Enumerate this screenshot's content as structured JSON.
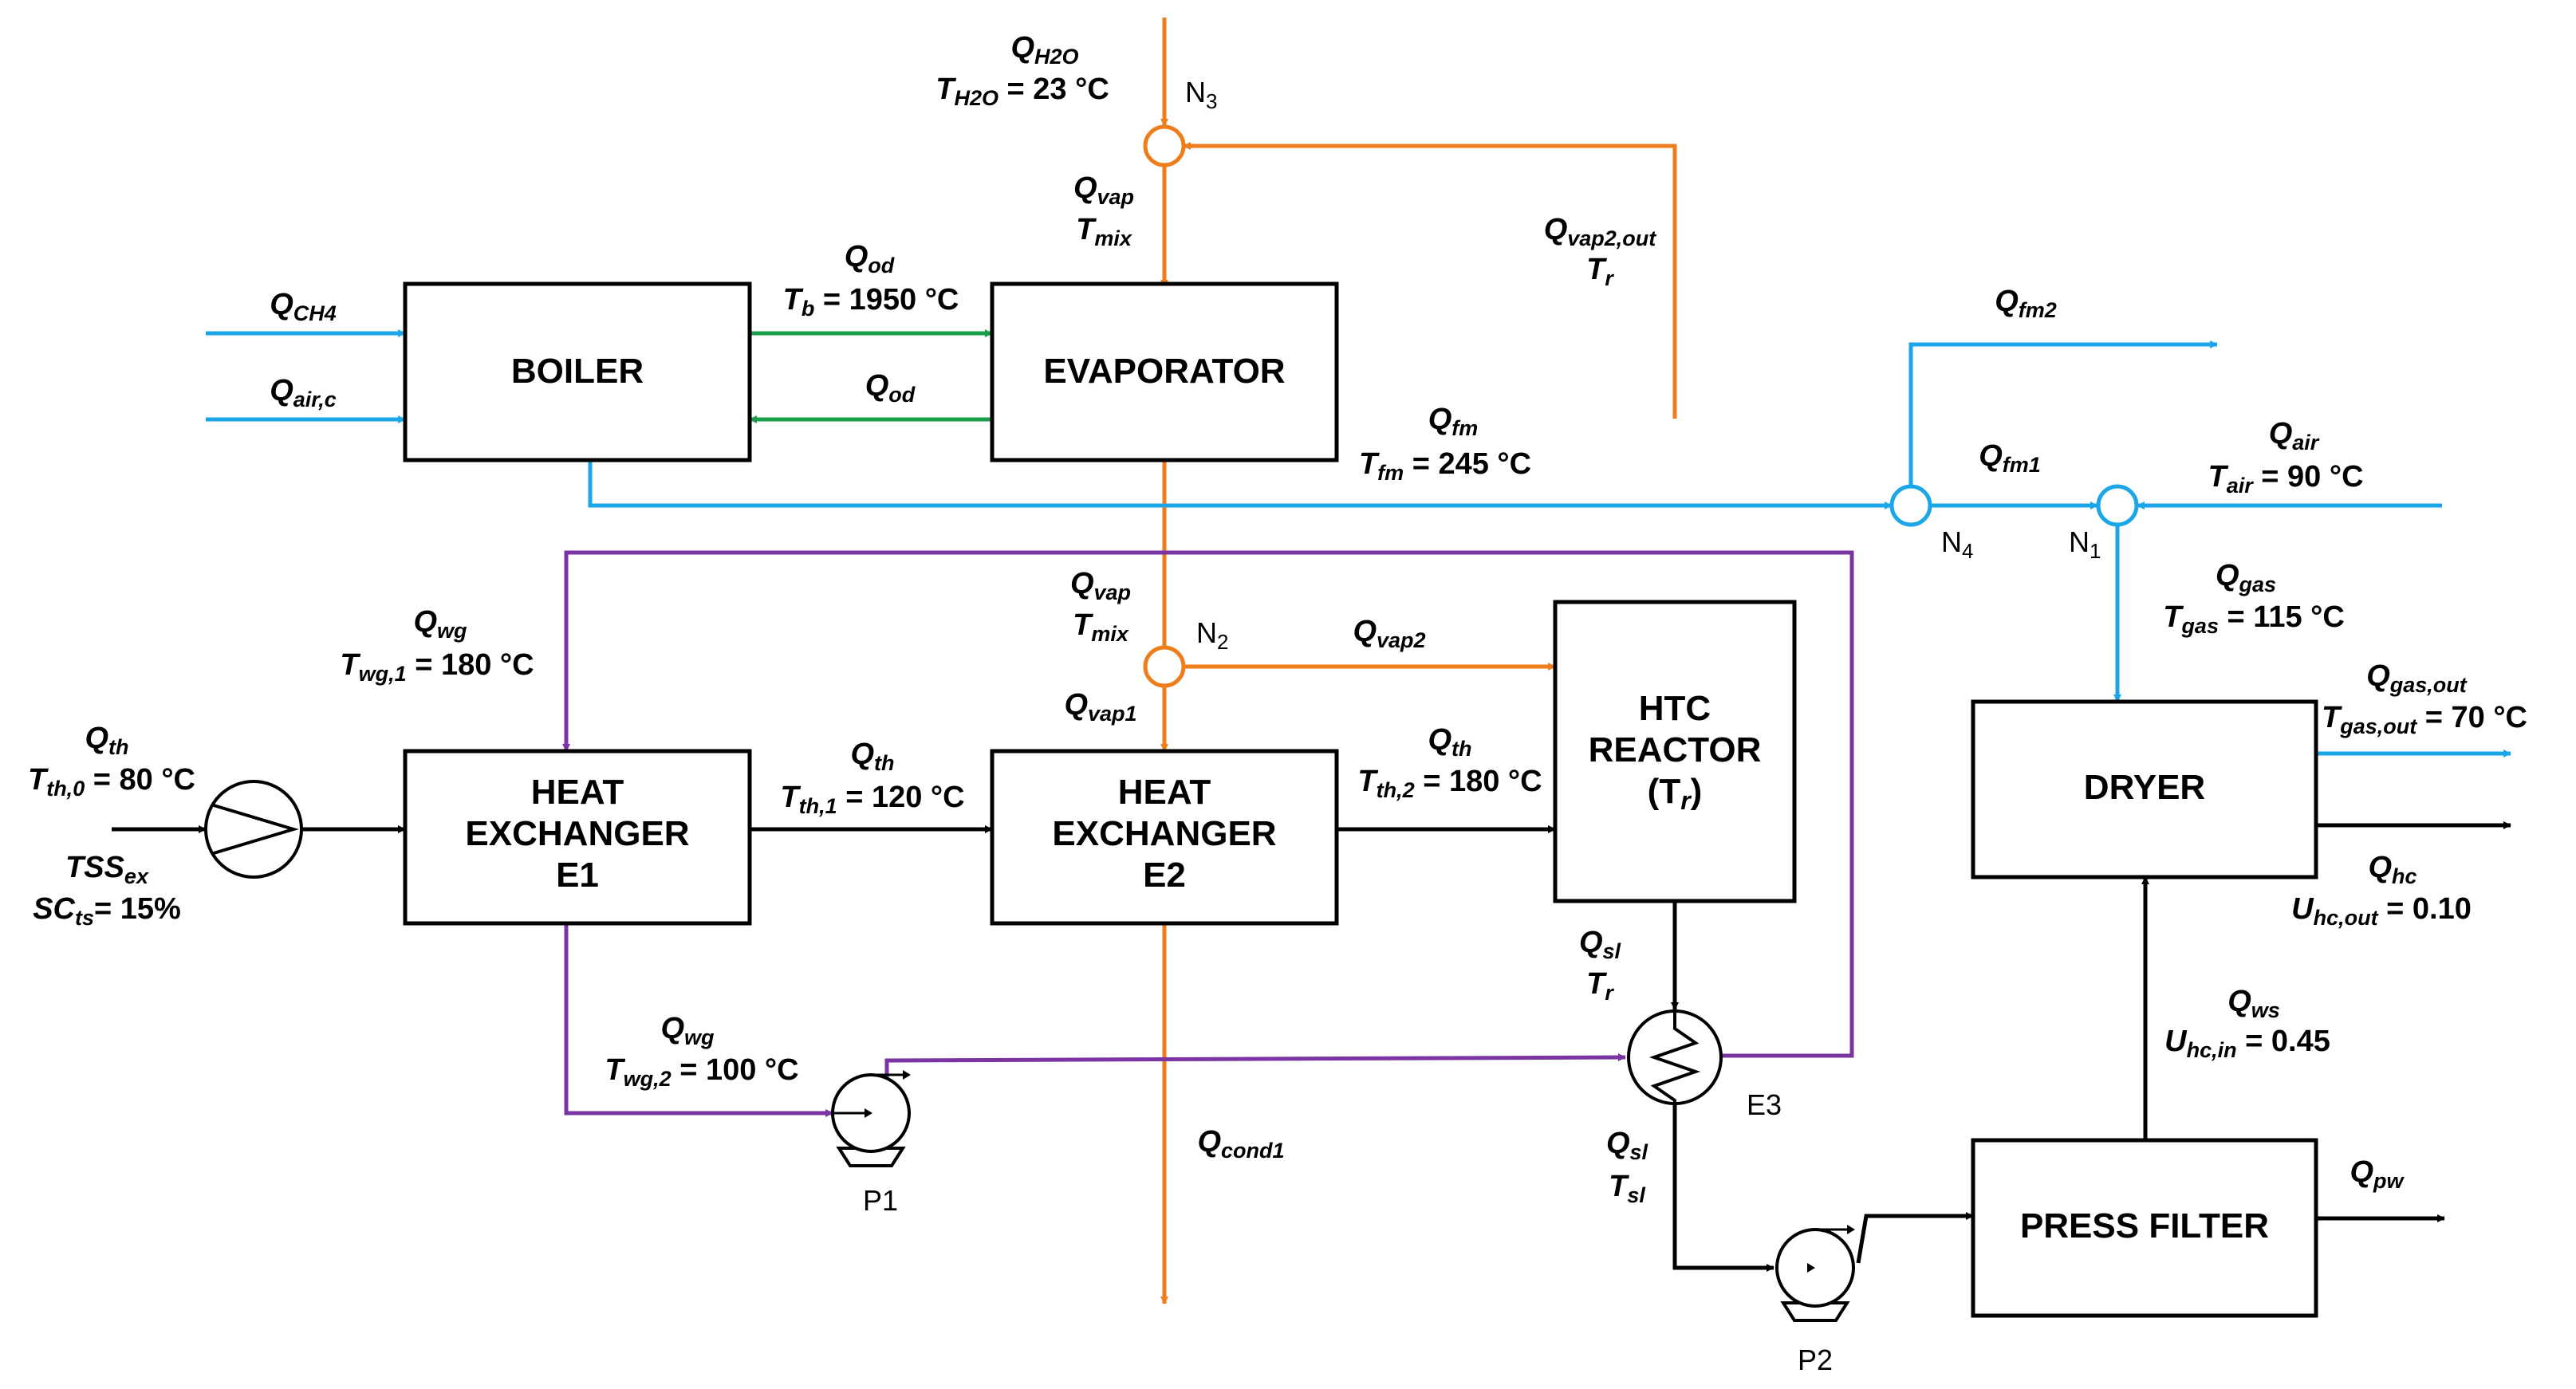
{
  "colors": {
    "water_vapor": "#EE7D1C",
    "air_gas": "#1BA6E8",
    "hot_gas": "#1B9E4A",
    "water_glycol": "#7B35A3",
    "sludge": "#000000"
  },
  "units": [
    {
      "id": "boiler",
      "lines": [
        "BOILER"
      ]
    },
    {
      "id": "evaporator",
      "lines": [
        "EVAPORATOR"
      ]
    },
    {
      "id": "e1",
      "lines": [
        "HEAT",
        "EXCHANGER",
        "E1"
      ]
    },
    {
      "id": "e2",
      "lines": [
        "HEAT",
        "EXCHANGER",
        "E2"
      ]
    },
    {
      "id": "htc",
      "lines": [
        "HTC",
        "REACTOR",
        "(T",
        "r",
        ")"
      ]
    },
    {
      "id": "dryer",
      "lines": [
        "DRYER"
      ]
    },
    {
      "id": "press",
      "lines": [
        "PRESS FILTER"
      ]
    }
  ],
  "mixing_nodes": [
    {
      "id": "n1",
      "label": "N",
      "sub": "1"
    },
    {
      "id": "n2",
      "label": "N",
      "sub": "2"
    },
    {
      "id": "n3",
      "label": "N",
      "sub": "3"
    },
    {
      "id": "n4",
      "label": "N",
      "sub": "4"
    }
  ],
  "equipment_labels": {
    "p1": "P1",
    "p2": "P2",
    "e3": "E3"
  },
  "stream_labels": [
    {
      "id": "qh2o",
      "sym": "Q",
      "sub": "H2O",
      "val": ""
    },
    {
      "id": "th2o",
      "sym": "T",
      "sub": "H2O",
      "val": " = 23 °C"
    },
    {
      "id": "qvap_top",
      "sym": "Q",
      "sub": "vap",
      "val": ""
    },
    {
      "id": "tmix_top",
      "sym": "T",
      "sub": "mix",
      "val": ""
    },
    {
      "id": "qvap2out",
      "sym": "Q",
      "sub": "vap2,out",
      "val": ""
    },
    {
      "id": "tr_top",
      "sym": "T",
      "sub": "r",
      "val": ""
    },
    {
      "id": "qch4",
      "sym": "Q",
      "sub": "CH4",
      "val": ""
    },
    {
      "id": "qairc",
      "sym": "Q",
      "sub": "air,c",
      "val": ""
    },
    {
      "id": "qod_top",
      "sym": "Q",
      "sub": "od",
      "val": ""
    },
    {
      "id": "tb",
      "sym": "T",
      "sub": "b",
      "val": " = 1950 °C"
    },
    {
      "id": "qod_bot",
      "sym": "Q",
      "sub": "od",
      "val": ""
    },
    {
      "id": "qfm2",
      "sym": "Q",
      "sub": "fm2",
      "val": ""
    },
    {
      "id": "qfm",
      "sym": "Q",
      "sub": "fm",
      "val": ""
    },
    {
      "id": "tfm",
      "sym": "T",
      "sub": "fm",
      "val": " = 245 °C"
    },
    {
      "id": "qfm1",
      "sym": "Q",
      "sub": "fm1",
      "val": ""
    },
    {
      "id": "qair",
      "sym": "Q",
      "sub": "air",
      "val": ""
    },
    {
      "id": "tair",
      "sym": "T",
      "sub": "air",
      "val": " = 90 °C"
    },
    {
      "id": "qgas",
      "sym": "Q",
      "sub": "gas",
      "val": ""
    },
    {
      "id": "tgas",
      "sym": "T",
      "sub": "gas",
      "val": " = 115 °C"
    },
    {
      "id": "qgasout",
      "sym": "Q",
      "sub": "gas,out",
      "val": ""
    },
    {
      "id": "tgasout",
      "sym": "T",
      "sub": "gas,out",
      "val": " = 70 °C"
    },
    {
      "id": "qvap_mid",
      "sym": "Q",
      "sub": "vap",
      "val": ""
    },
    {
      "id": "tmix_mid",
      "sym": "T",
      "sub": "mix",
      "val": ""
    },
    {
      "id": "qvap2",
      "sym": "Q",
      "sub": "vap2",
      "val": ""
    },
    {
      "id": "qvap1",
      "sym": "Q",
      "sub": "vap1",
      "val": ""
    },
    {
      "id": "qwg_top",
      "sym": "Q",
      "sub": "wg",
      "val": ""
    },
    {
      "id": "twg1",
      "sym": "T",
      "sub": "wg,1",
      "val": " = 180 °C"
    },
    {
      "id": "qth_in",
      "sym": "Q",
      "sub": "th",
      "val": ""
    },
    {
      "id": "tth0",
      "sym": "T",
      "sub": "th,0",
      "val": " = 80 °C"
    },
    {
      "id": "tss",
      "sym": "TSS",
      "sub": "ex",
      "val": ""
    },
    {
      "id": "scts",
      "sym": "SC",
      "sub": "ts",
      "val": "= 15%"
    },
    {
      "id": "qth_mid",
      "sym": "Q",
      "sub": "th",
      "val": ""
    },
    {
      "id": "tth1",
      "sym": "T",
      "sub": "th,1",
      "val": " = 120 °C"
    },
    {
      "id": "qth_r",
      "sym": "Q",
      "sub": "th",
      "val": ""
    },
    {
      "id": "tth2",
      "sym": "T",
      "sub": "th,2",
      "val": " = 180 °C"
    },
    {
      "id": "qhc",
      "sym": "Q",
      "sub": "hc",
      "val": ""
    },
    {
      "id": "uhcout",
      "sym": "U",
      "sub": "hc,out",
      "val": " = 0.10"
    },
    {
      "id": "qsl_top",
      "sym": "Q",
      "sub": "sl",
      "val": ""
    },
    {
      "id": "tr_e3",
      "sym": "T",
      "sub": "r",
      "val": ""
    },
    {
      "id": "qws",
      "sym": "Q",
      "sub": "ws",
      "val": ""
    },
    {
      "id": "uhcin",
      "sym": "U",
      "sub": "hc,in",
      "val": " = 0.45"
    },
    {
      "id": "qwg_bot",
      "sym": "Q",
      "sub": "wg",
      "val": ""
    },
    {
      "id": "twg2",
      "sym": "T",
      "sub": "wg,2",
      "val": " = 100 °C"
    },
    {
      "id": "qcond1",
      "sym": "Q",
      "sub": "cond1",
      "val": ""
    },
    {
      "id": "qsl_bot",
      "sym": "Q",
      "sub": "sl",
      "val": ""
    },
    {
      "id": "tsl",
      "sym": "T",
      "sub": "sl",
      "val": ""
    },
    {
      "id": "qpw",
      "sym": "Q",
      "sub": "pw",
      "val": ""
    }
  ]
}
